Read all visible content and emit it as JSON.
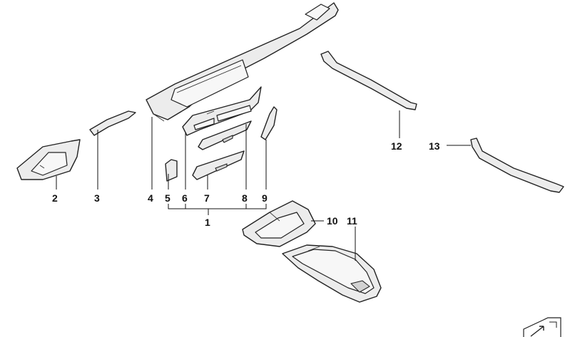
{
  "callouts": {
    "c1": "1",
    "c2": "2",
    "c3": "3",
    "c4": "4",
    "c5": "5",
    "c6": "6",
    "c7": "7",
    "c8": "8",
    "c9": "9",
    "c10": "10",
    "c11": "11",
    "c12": "12",
    "c13": "13"
  },
  "icons": {
    "corner": "diagram-corner-icon"
  }
}
